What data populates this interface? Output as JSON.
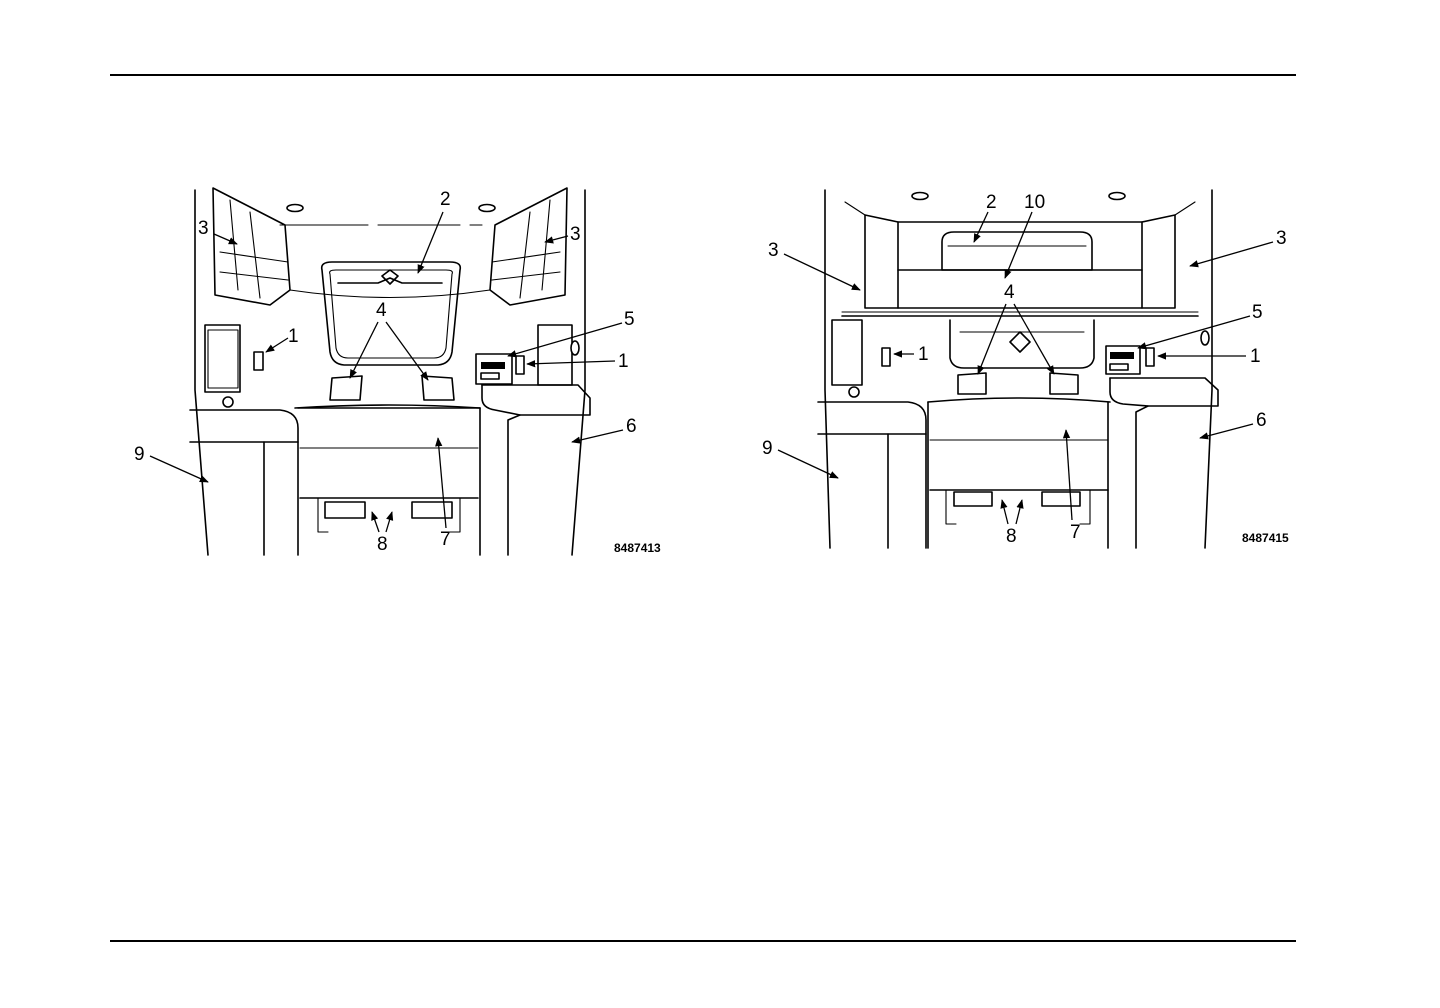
{
  "figures": [
    {
      "id": "left",
      "figure_id": "8487413",
      "callouts": [
        "1",
        "1",
        "2",
        "3",
        "3",
        "4",
        "5",
        "6",
        "7",
        "8",
        "9"
      ]
    },
    {
      "id": "right",
      "figure_id": "8487415",
      "callouts": [
        "1",
        "1",
        "2",
        "10",
        "3",
        "3",
        "4",
        "5",
        "6",
        "7",
        "8",
        "9"
      ]
    }
  ]
}
